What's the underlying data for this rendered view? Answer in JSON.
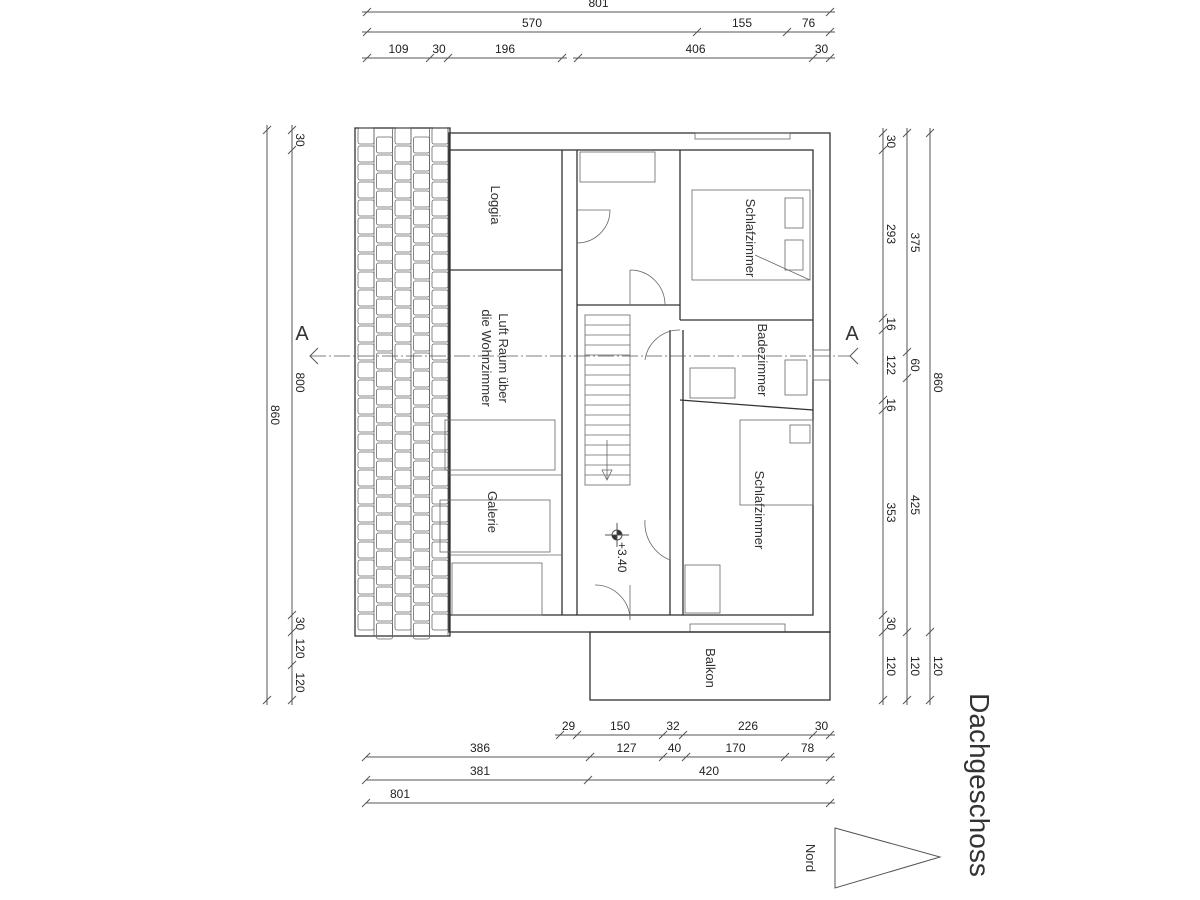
{
  "title": "Dachgeschoss",
  "north_label": "Nord",
  "section_marker": "A",
  "level_marker": "+3.40",
  "rooms": {
    "loggia": "Loggia",
    "luftraum_line1": "Luft Raum über",
    "luftraum_line2": "die Wohnzimmer",
    "galerie": "Galerie",
    "schlafzimmer_1": "Schlafzimmer",
    "badezimmer": "Badezimmer",
    "schlafzimmer_2": "Schlafzimmer",
    "balkon": "Balkon"
  },
  "dimensions": {
    "top": [
      [
        "801"
      ],
      [
        "570",
        "155",
        "76"
      ],
      [
        "109",
        "30",
        "196",
        "406",
        "30"
      ]
    ],
    "bottom": [
      [
        "29",
        "150",
        "32",
        "226",
        "30"
      ],
      [
        "386",
        "127",
        "40",
        "170",
        "78"
      ],
      [
        "381",
        "420"
      ],
      [
        "801"
      ]
    ],
    "left": [
      [
        "860"
      ],
      [
        "30",
        "800",
        "30",
        "120",
        "120"
      ]
    ],
    "right": [
      [
        "30",
        "293",
        "16",
        "122",
        "16",
        "353",
        "30",
        "120"
      ],
      [
        "375",
        "60",
        "425",
        "120"
      ],
      [
        "860",
        "120"
      ]
    ]
  }
}
